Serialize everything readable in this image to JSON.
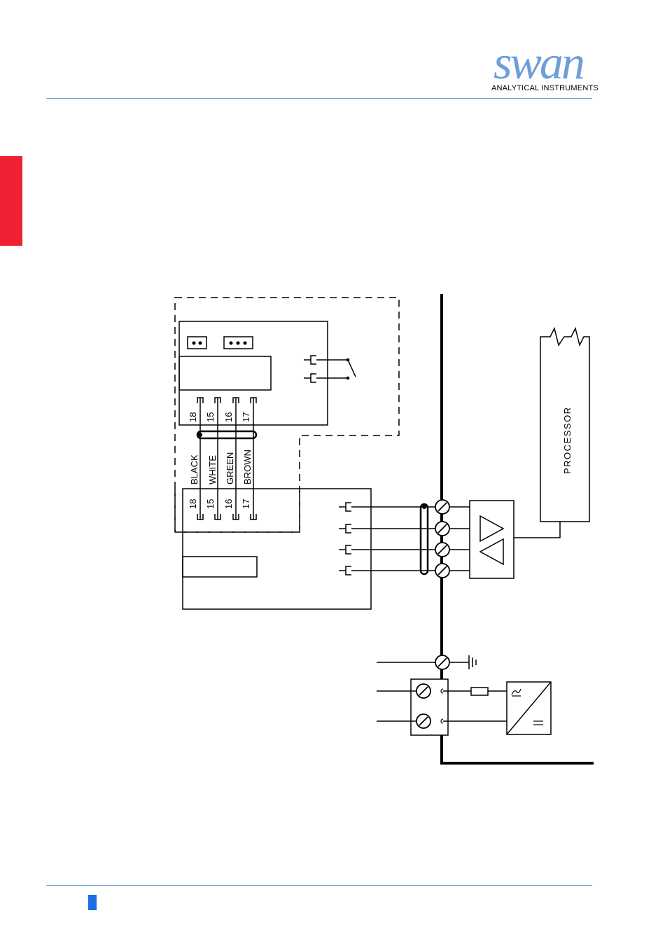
{
  "brand": {
    "logo_word": "swan",
    "logo_subtitle": "ANALYTICAL INSTRUMENTS",
    "accent_color": "#6d9ed8",
    "side_tab_color": "#ee2233",
    "page_marker_color": "#1a6ee8"
  },
  "diagram": {
    "upper_terminals": [
      "18",
      "15",
      "16",
      "17"
    ],
    "wire_colors": [
      "BLACK",
      "WHITE",
      "GREEN",
      "BROWN"
    ],
    "lower_terminals": [
      "18",
      "15",
      "16",
      "17"
    ],
    "processor_label": "PROCESSOR"
  }
}
